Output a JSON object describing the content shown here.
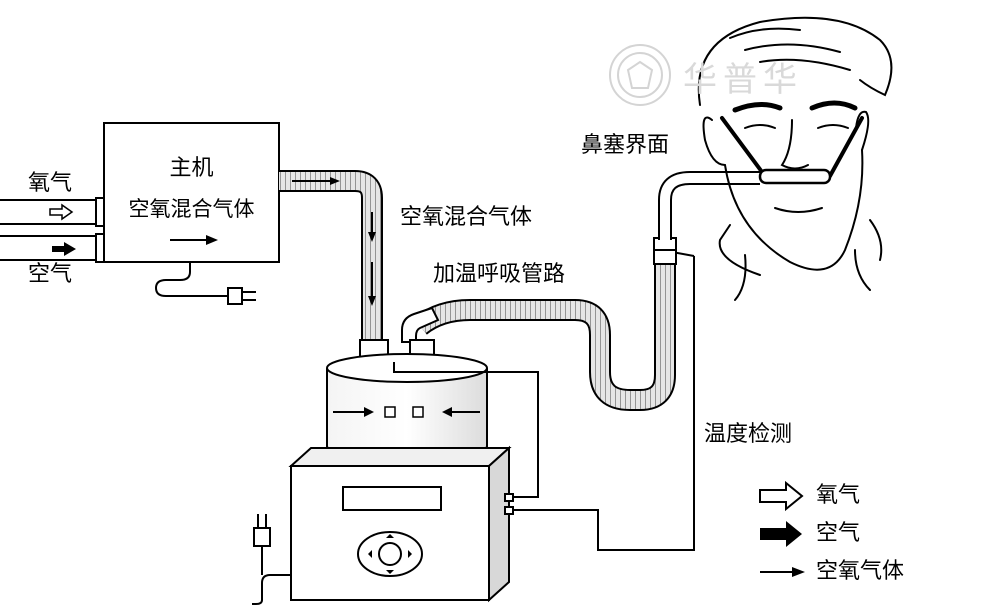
{
  "labels": {
    "oxygen_in": "氧气",
    "air_in": "空气",
    "main_unit_title": "主机",
    "main_unit_sub": "空氧混合气体",
    "mixed_gas": "空氧混合气体",
    "heated_circuit": "加温呼吸管路",
    "nasal_interface": "鼻塞界面",
    "temp_detect": "温度检测"
  },
  "legend": [
    {
      "symbol": "hollow-arrow",
      "label": "氧气"
    },
    {
      "symbol": "bold-arrow",
      "label": "空气"
    },
    {
      "symbol": "thin-arrow",
      "label": "空氧气体"
    }
  ],
  "watermark": {
    "text": "华普华"
  },
  "colors": {
    "line": "#000000",
    "tube": "#e8e8e8",
    "tube_rib": "#6f6f6f",
    "watermark": "#d4d4d4"
  }
}
